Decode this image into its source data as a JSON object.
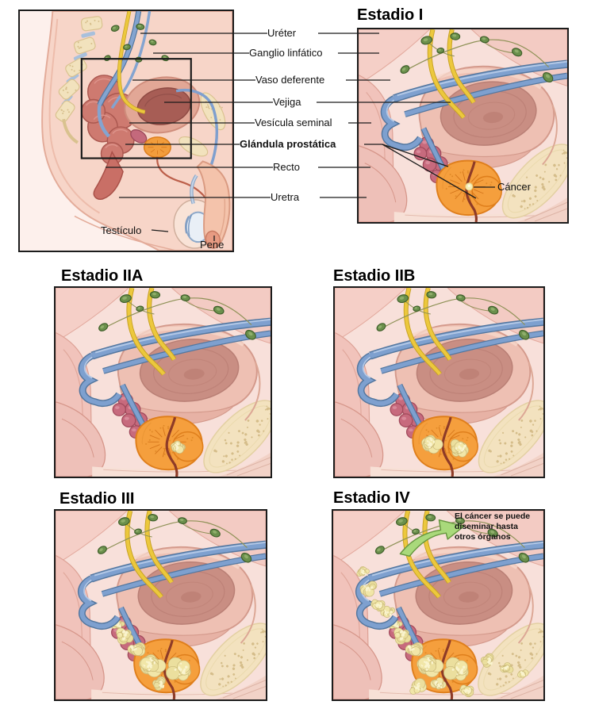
{
  "figure": {
    "description": "Estadios del cáncer de próstata",
    "anatomy_labels": [
      {
        "text": "Uréter",
        "bold": false
      },
      {
        "text": "Ganglio linfático",
        "bold": false
      },
      {
        "text": "Vaso deferente",
        "bold": false
      },
      {
        "text": "Vejiga",
        "bold": false
      },
      {
        "text": "Vesícula seminal",
        "bold": false
      },
      {
        "text": "Glándula prostática",
        "bold": true
      },
      {
        "text": "Recto",
        "bold": false
      },
      {
        "text": "Uretra",
        "bold": false
      }
    ],
    "overview_labels": {
      "testicle": "Testículo",
      "penis": "Pene"
    },
    "stages": [
      {
        "id": "I",
        "title": "Estadio I",
        "cancer_label": "Cáncer"
      },
      {
        "id": "IIA",
        "title": "Estadio IIA"
      },
      {
        "id": "IIB",
        "title": "Estadio IIB"
      },
      {
        "id": "III",
        "title": "Estadio III"
      },
      {
        "id": "IV",
        "title": "Estadio IV",
        "note_lines": [
          "El cáncer se puede",
          "diseminar hasta",
          "otros órganos"
        ]
      }
    ],
    "palette": {
      "background": "#ffffff",
      "panel_pink": "#f8e0da",
      "line_color": "#1c1c1c",
      "prostate_orange": "#f59f3d",
      "tumor_yellow": "#f0e5a6",
      "bladder_wall": "#eec0b3",
      "bladder_inner": "#c98e83",
      "vessel_blue": "#7ea0cf",
      "ureter_yellow": "#ecc83d",
      "lymph_green": "#6b904c",
      "vesicle_magenta": "#c76a7d",
      "bone_cream": "#f3e2bf",
      "spread_arrow_green": "#a9d97b"
    }
  }
}
